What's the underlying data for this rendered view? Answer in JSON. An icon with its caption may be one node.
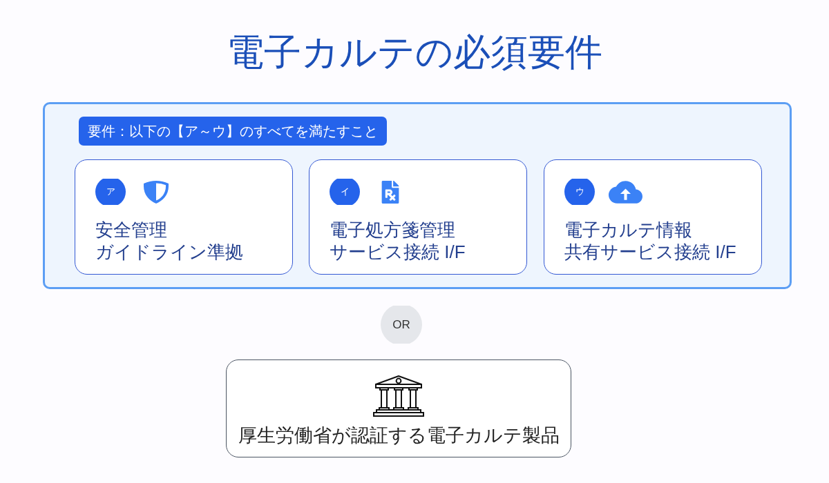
{
  "diagram": {
    "title": "電子カルテの必須要件",
    "nodes": [
      {
        "text": [
          "要件：以下の【ア～ウ】のすべてを満たすこと"
        ]
      },
      {
        "text": [
          "ア",
          "安全管理ガイドライン準拠"
        ],
        "in": 0
      },
      {
        "text": [
          "イ",
          "電子処方箋管理サービス接続 I/F"
        ],
        "in": 0
      },
      {
        "text": [
          "ウ",
          "電子カルテ情報共有サービス接続 I/F"
        ],
        "in": 0
      },
      {
        "text": [
          "OR"
        ]
      },
      {
        "text": [
          "厚生労働省が認証する電子カルテ製品"
        ]
      }
    ]
  }
}
